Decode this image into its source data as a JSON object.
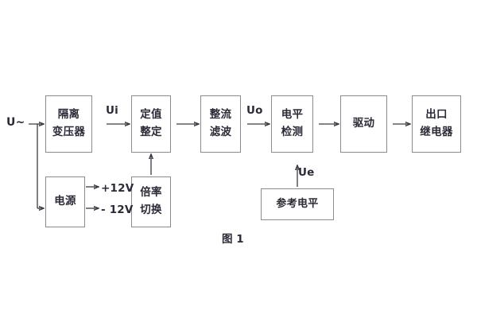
{
  "figure": {
    "caption": "图 1",
    "background_color": "#ffffff",
    "line_color": "#3a3a44",
    "box_border_color": "#8a8a92",
    "text_color": "#2b2b38"
  },
  "signal_chain": {
    "input_label": "U~",
    "blocks": [
      {
        "id": "isolation-transformer",
        "line1": "隔离",
        "line2": "变压器"
      },
      {
        "id": "setpoint-adjust",
        "line1": "定值",
        "line2": "整定"
      },
      {
        "id": "rectify-filter",
        "line1": "整流",
        "line2": "滤波"
      },
      {
        "id": "level-detect",
        "line1": "电平",
        "line2": "检测"
      },
      {
        "id": "drive",
        "line1": "驱动",
        "line2": ""
      },
      {
        "id": "output-relay",
        "line1": "出口",
        "line2": "继电器"
      }
    ]
  },
  "support_blocks": [
    {
      "id": "power-supply",
      "line1": "电源",
      "line2": ""
    },
    {
      "id": "ratio-switch",
      "line1": "倍率",
      "line2": "切换"
    },
    {
      "id": "reference-level",
      "line1": "参考电平",
      "line2": ""
    }
  ],
  "signal_labels": {
    "ui": "Ui",
    "uo": "Uo",
    "ue": "Ue"
  },
  "power_rails": {
    "positive": "+12V",
    "negative": "- 12V"
  },
  "icons": {
    "arrow_right": "arrow-right-icon",
    "arrow_up": "arrow-up-icon"
  }
}
